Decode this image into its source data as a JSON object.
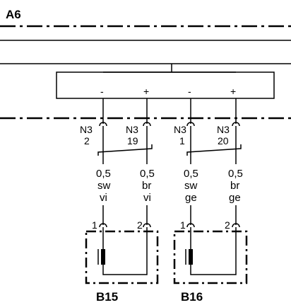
{
  "diagram": {
    "component_top": "A6",
    "pins": [
      {
        "polarity": "-",
        "connector": "N3",
        "pin": "2",
        "size": "0,5",
        "color1": "sw",
        "color2": "vi"
      },
      {
        "polarity": "+",
        "connector": "N3",
        "pin": "19",
        "size": "0,5",
        "color1": "br",
        "color2": "vi"
      },
      {
        "polarity": "-",
        "connector": "N3",
        "pin": "1",
        "size": "0,5",
        "color1": "sw",
        "color2": "ge"
      },
      {
        "polarity": "+",
        "connector": "N3",
        "pin": "20",
        "size": "0,5",
        "color1": "br",
        "color2": "ge"
      }
    ],
    "sensors": [
      {
        "name": "B15",
        "pin_left": "1",
        "pin_right": "2"
      },
      {
        "name": "B16",
        "pin_left": "1",
        "pin_right": "2"
      }
    ]
  }
}
